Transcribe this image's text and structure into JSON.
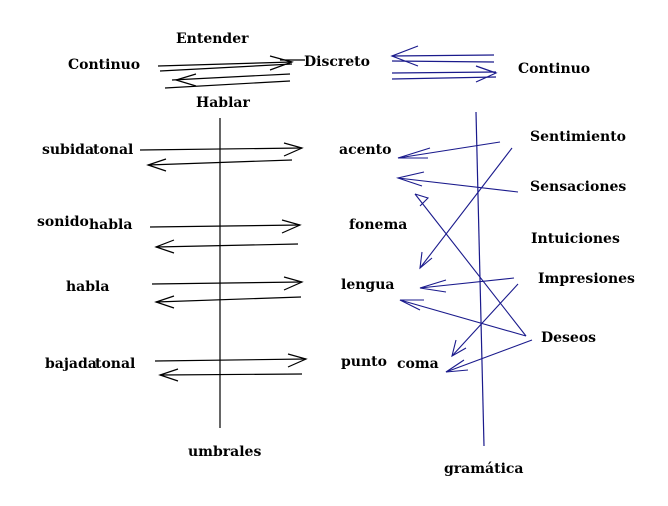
{
  "labels": {
    "entender": "Entender",
    "continuo_left": "Continuo",
    "discreto": "Discreto",
    "continuo_right": "Continuo",
    "hablar": "Hablar",
    "subida": "subida",
    "tonal_1": "tonal",
    "sonido": "sonido",
    "habla_1": "habla",
    "habla_2": "habla",
    "bajada": "bajada",
    "tonal_2": "tonal",
    "acento": "acento",
    "fonema": "fonema",
    "lengua": "lengua",
    "punto": "punto",
    "coma": "coma",
    "umbrales": "umbrales",
    "gramatica": "gramática",
    "sentimiento": "Sentimiento",
    "sensaciones": "Sensaciones",
    "intuiciones": "Intuiciones",
    "impresiones": "Impresiones",
    "deseos": "Deseos"
  },
  "colors": {
    "black_ink": "#000000",
    "blue_ink": "#1a1a8c"
  }
}
